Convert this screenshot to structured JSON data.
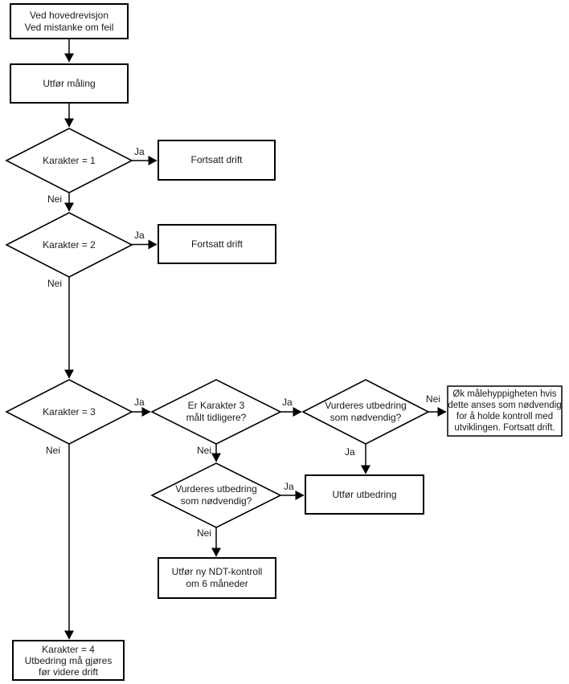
{
  "nodes": {
    "start": {
      "label": "Ved hovedrevisjon\nVed mistanke om feil",
      "type": "process"
    },
    "perform_measurement": {
      "label": "Utfør måling",
      "type": "process"
    },
    "grade1": {
      "label": "Karakter = 1",
      "type": "decision"
    },
    "continue1": {
      "label": "Fortsatt drift",
      "type": "process"
    },
    "grade2": {
      "label": "Karakter = 2",
      "type": "decision"
    },
    "continue2": {
      "label": "Fortsatt drift",
      "type": "process"
    },
    "grade3": {
      "label": "Karakter = 3",
      "type": "decision"
    },
    "measured_before": {
      "label": "Er Karakter 3\nmålt tidligere?",
      "type": "decision"
    },
    "consider_repair_upper": {
      "label": "Vurderes utbedring\nsom nødvendig?",
      "type": "decision"
    },
    "increase_frequency": {
      "label": "Øk målehyppigheten hvis\ndette anses som nødvendig\nfor å holde kontroll med\nutviklingen. Fortsatt drift.",
      "type": "process"
    },
    "consider_repair_lower": {
      "label": "Vurderes utbedring\nsom nødvendig?",
      "type": "decision"
    },
    "perform_repair": {
      "label": "Utfør utbedring",
      "type": "process"
    },
    "ndt_control": {
      "label": "Utfør ny NDT-kontroll\nom 6 måneder",
      "type": "process"
    },
    "grade4": {
      "label": "Karakter = 4\nUtbedring må gjøres\nfør videre drift",
      "type": "process"
    }
  },
  "edge_labels": {
    "grade1_yes": "Ja",
    "grade1_no": "Nei",
    "grade2_yes": "Ja",
    "grade2_no": "Nei",
    "grade3_yes": "Ja",
    "grade3_no": "Nei",
    "measured_yes": "Ja",
    "measured_no": "Nei",
    "repair_upper_no": "Nei",
    "repair_upper_yes": "Ja",
    "repair_lower_yes": "Ja",
    "repair_lower_no": "Nei"
  },
  "colors": {
    "line": "#000000",
    "shape_fill": "#ffffff",
    "background": "#ffffff",
    "text": "#1a1a1a"
  }
}
